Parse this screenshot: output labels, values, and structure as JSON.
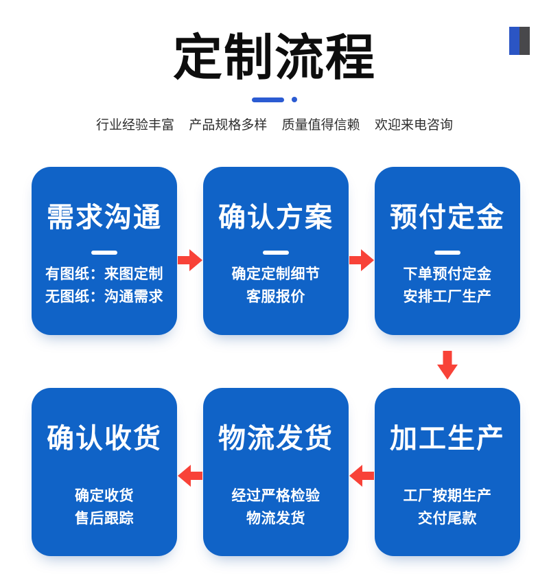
{
  "header": {
    "title": "定制流程",
    "subtitle_parts": [
      "行业经验丰富",
      "产品规格多样",
      "质量值得信赖",
      "欢迎来电咨询"
    ]
  },
  "colors": {
    "box_blue": "#1063c7",
    "arrow_red": "#f84238",
    "accent_blue": "#2b5bd2",
    "decor_blue": "#2b55c4",
    "decor_dark": "#48484b",
    "title_black": "#0d0d0d",
    "subtitle_gray": "#2e2e2e"
  },
  "steps": [
    {
      "title": "需求沟通",
      "lines": [
        "有图纸：来图定制",
        "无图纸：沟通需求"
      ]
    },
    {
      "title": "确认方案",
      "lines": [
        "确定定制细节",
        "客服报价"
      ]
    },
    {
      "title": "预付定金",
      "lines": [
        "下单预付定金",
        "安排工厂生产"
      ]
    },
    {
      "title": "加工生产",
      "lines": [
        "工厂按期生产",
        "交付尾款"
      ]
    },
    {
      "title": "物流发货",
      "lines": [
        "经过严格检验",
        "物流发货"
      ]
    },
    {
      "title": "确认收货",
      "lines": [
        "确定收货",
        "售后跟踪"
      ]
    }
  ]
}
